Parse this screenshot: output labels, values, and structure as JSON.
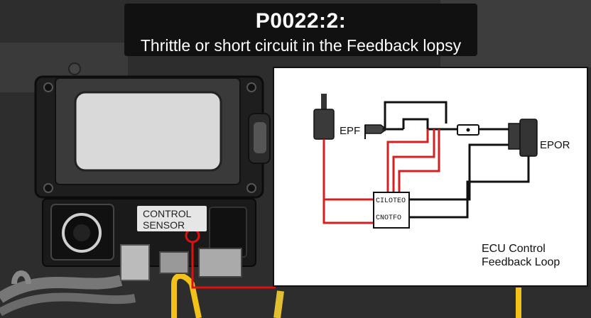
{
  "banner": {
    "code": "P0022:2:",
    "description": "Thrittle or short circuit in the Feedback lopsy"
  },
  "engine_label": {
    "line1": "CONTROL",
    "line2": "SENSOR"
  },
  "diagram": {
    "label_epf": "EPF",
    "label_epor": "EPOR",
    "ecu_top": "CILOTEO",
    "ecu_bottom": "CNOTFO",
    "caption_line1": "ECU Control",
    "caption_line2": "Feedback Loop"
  },
  "colors": {
    "wire_red": "#d42020",
    "wire_black": "#111111",
    "wire_yellow": "#f2c21a",
    "marker_red": "#e01010"
  }
}
